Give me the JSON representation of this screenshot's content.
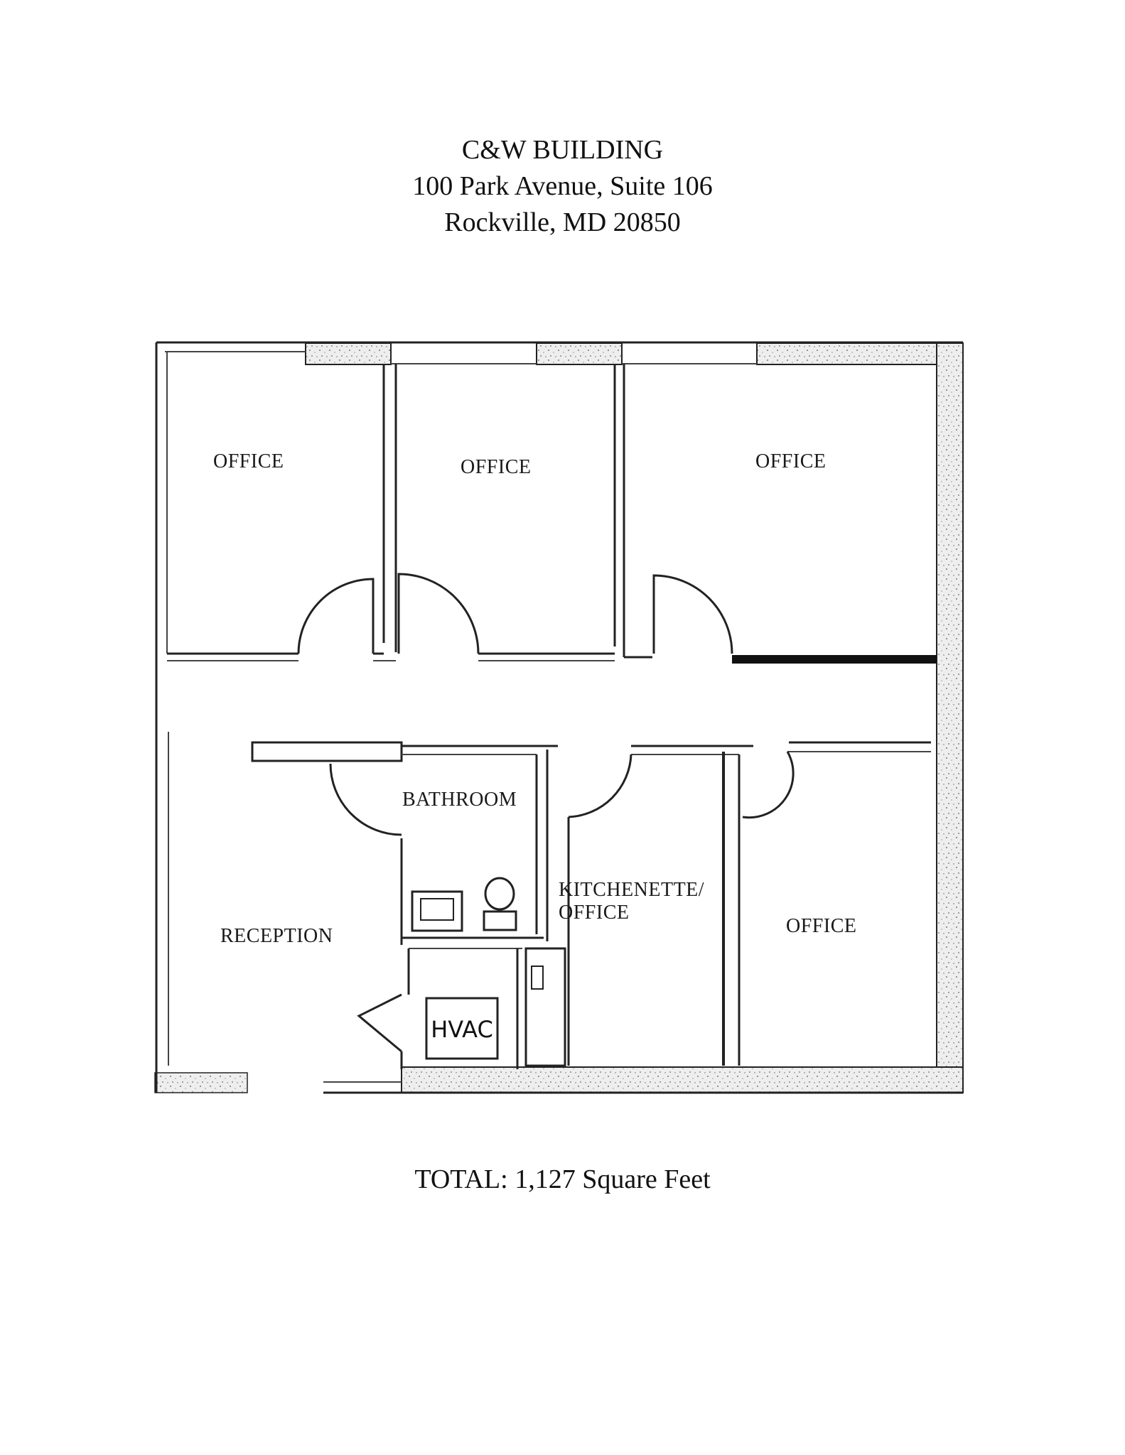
{
  "header": {
    "building": "C&W BUILDING",
    "address": "100 Park Avenue, Suite 106",
    "city": "Rockville, MD 20850"
  },
  "rooms": {
    "office_1": "OFFICE",
    "office_2": "OFFICE",
    "office_3": "OFFICE",
    "bathroom": "BATHROOM",
    "kitchenette_line1": "KITCHENETTE/",
    "kitchenette_line2": "OFFICE",
    "reception": "RECEPTION",
    "office_4": "OFFICE",
    "hvac": "HVAC"
  },
  "total": "TOTAL: 1,127 Square Feet"
}
